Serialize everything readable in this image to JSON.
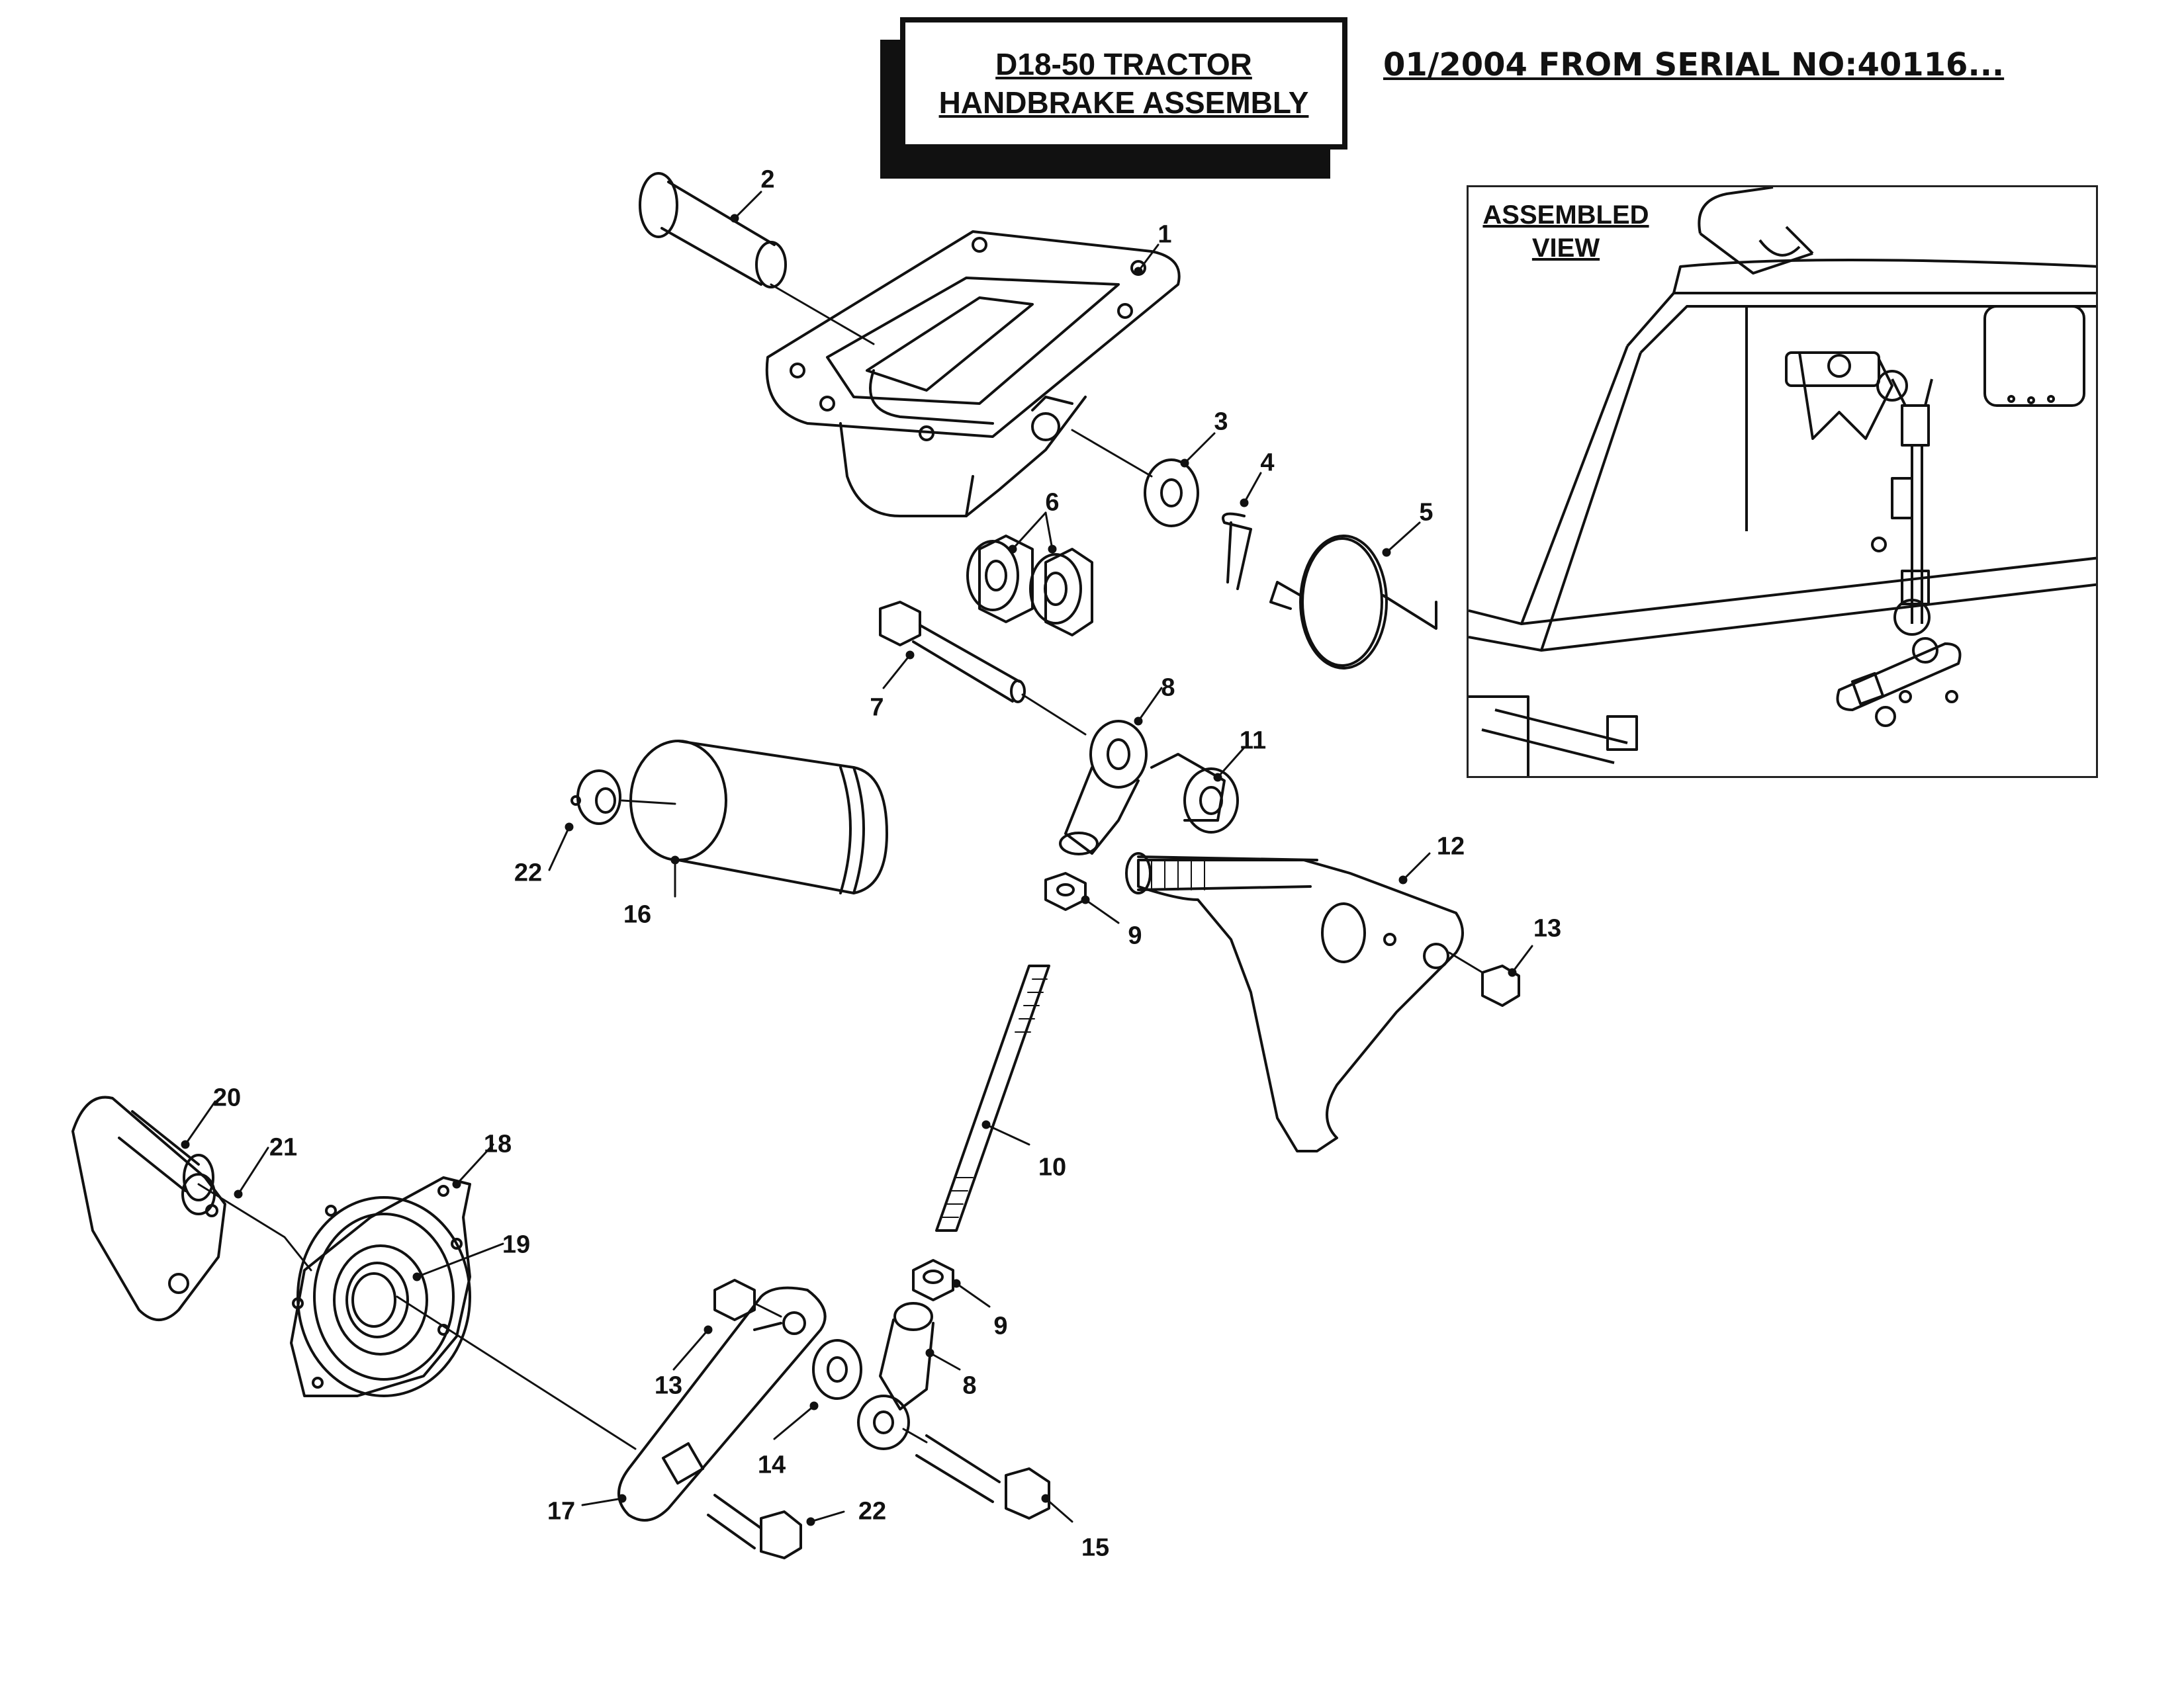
{
  "header": {
    "title_line1": "D18-50 TRACTOR",
    "title_line2": "HANDBRAKE ASSEMBLY",
    "serial_text": "01/2004 FROM SERIAL NO:40116..."
  },
  "inset": {
    "title_line1": "ASSEMBLED",
    "title_line2": "VIEW"
  },
  "callouts": {
    "c1": "1",
    "c2": "2",
    "c3": "3",
    "c4": "4",
    "c5": "5",
    "c6": "6",
    "c7": "7",
    "c8a": "8",
    "c8b": "8",
    "c9a": "9",
    "c9b": "9",
    "c10": "10",
    "c11": "11",
    "c12": "12",
    "c13a": "13",
    "c13b": "13",
    "c14": "14",
    "c15": "15",
    "c16": "16",
    "c17": "17",
    "c18": "18",
    "c19": "19",
    "c20": "20",
    "c21": "21",
    "c22a": "22",
    "c22b": "22"
  },
  "colors": {
    "line": "#111111",
    "paper": "#ffffff"
  }
}
